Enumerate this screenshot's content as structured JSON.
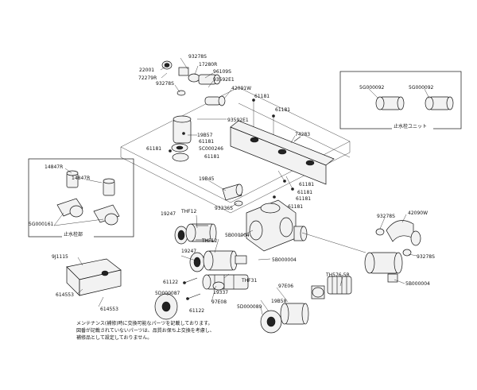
{
  "labels": {
    "p93278s_a": "93278S",
    "p22001": "22001",
    "p17280r": "17280R",
    "p72279r": "72279R",
    "p96109s": "96109S",
    "p93278s_b": "93278S",
    "p93592e1_a": "93592E1",
    "p42091w": "42091W",
    "p61181_a": "61181",
    "p61181_b": "61181",
    "p93592e1_b": "93592E1",
    "p19b57": "19B57",
    "p61181_c": "61181",
    "p5c000246": "5C000246",
    "p61181_d": "61181",
    "p61181_e": "61181",
    "p74283": "74283",
    "p14847r_a": "14847R",
    "p14847r_b": "14847R",
    "p5g000161": "5G000161",
    "p19b45": "19B45",
    "p61181_f": "61181",
    "p61181_g": "61181",
    "p61181_h": "61181",
    "p93336s": "93336S",
    "p61181_i": "61181",
    "p19247_a": "19247",
    "pthf12_a": "THF12",
    "p5b000004_a": "5B000004",
    "p19247_b": "19247",
    "pthf12_b": "THF12",
    "p5b000004_b": "5B000004",
    "p5g000092_a": "5G000092",
    "p5g000092_b": "5G000092",
    "p93278s_c": "93278S",
    "p42090w": "42090W",
    "p93278s_d": "93278S",
    "p5b000004_c": "5B000004",
    "p9j1115": "9J1115",
    "p614553_a": "614553",
    "p614553_b": "614553",
    "p61122_a": "61122",
    "p61122_b": "61122",
    "p5d000087": "5D000087",
    "pthf31": "THF31",
    "p19337": "19337",
    "p97e08": "97E08",
    "p97e06": "97E06",
    "pth576_5r": "TH576-5R",
    "p5d000089": "5D000089",
    "p19b58": "19B58"
  },
  "boxes": {
    "stop_valve_unit": "止水栓ユニット",
    "stop_valve_parts": "止水栓部"
  },
  "notes": {
    "line1": "メンテナンス(補修)時に交換可能なパーツを記載しております。",
    "line2": "図番が記載されていないパーツは、品質お保ち上交換を考慮し、",
    "line3": "補修品として設定しておりません。"
  }
}
